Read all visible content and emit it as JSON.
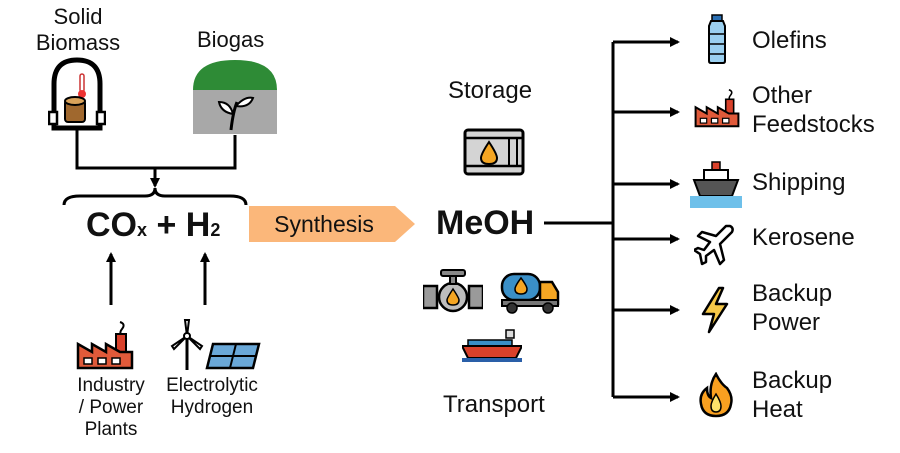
{
  "inputs": {
    "solid_biomass": [
      "Solid",
      "Biomass"
    ],
    "biogas": "Biogas",
    "industry": [
      "Industry",
      "/ Power",
      "Plants"
    ],
    "electrolytic": [
      "Electrolytic",
      "Hydrogen"
    ]
  },
  "formula": {
    "co": "CO",
    "x": "x",
    "plus": "+",
    "h": "H",
    "two": "2"
  },
  "process": "Synthesis",
  "product": "MeOH",
  "storage": "Storage",
  "transport": "Transport",
  "outputs": [
    {
      "lines": [
        "Olefins"
      ],
      "icon": "bottle-icon"
    },
    {
      "lines": [
        "Other",
        "Feedstocks"
      ],
      "icon": "factory-icon"
    },
    {
      "lines": [
        "Shipping"
      ],
      "icon": "ship-icon"
    },
    {
      "lines": [
        "Kerosene"
      ],
      "icon": "airplane-icon"
    },
    {
      "lines": [
        "Backup",
        "Power"
      ],
      "icon": "lightning-icon"
    },
    {
      "lines": [
        "Backup",
        "Heat"
      ],
      "icon": "flame-icon"
    }
  ],
  "colors": {
    "arrow_fill": "#fbb77a",
    "biogas_top": "#2e8b36",
    "biogas_base": "#a8a8a8",
    "factory_red": "#e05a3a"
  }
}
